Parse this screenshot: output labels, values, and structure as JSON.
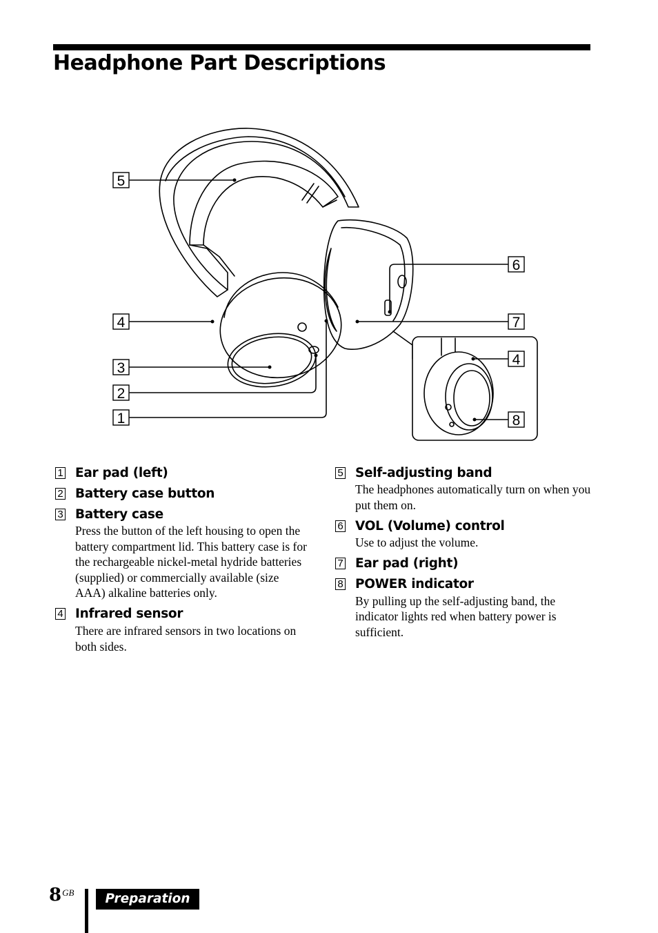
{
  "page_title": "Headphone Part Descriptions",
  "callouts": {
    "c5": "5",
    "c4": "4",
    "c3": "3",
    "c2": "2",
    "c1": "1",
    "c6": "6",
    "c7": "7",
    "c4b": "4",
    "c8": "8"
  },
  "parts_left": [
    {
      "num": "1",
      "name": "Ear pad (left)",
      "desc": ""
    },
    {
      "num": "2",
      "name": "Battery case button",
      "desc": ""
    },
    {
      "num": "3",
      "name": "Battery case",
      "desc": "Press the button of the left housing to open the battery compartment lid. This battery case is for the rechargeable nickel-metal hydride batteries (supplied) or commercially available (size AAA) alkaline batteries only."
    },
    {
      "num": "4",
      "name": "Infrared sensor",
      "desc": "There are infrared sensors in two locations on both sides."
    }
  ],
  "parts_right": [
    {
      "num": "5",
      "name": "Self-adjusting band",
      "desc": "The headphones automatically turn on when you put them on."
    },
    {
      "num": "6",
      "name": "VOL (Volume) control",
      "desc": "Use to adjust the volume."
    },
    {
      "num": "7",
      "name": "Ear pad (right)",
      "desc": ""
    },
    {
      "num": "8",
      "name": "POWER indicator",
      "desc": "By pulling up the self-adjusting band, the indicator lights red when battery power is sufficient."
    }
  ],
  "footer": {
    "page_number": "8",
    "page_suffix": "GB",
    "section": "Preparation"
  }
}
